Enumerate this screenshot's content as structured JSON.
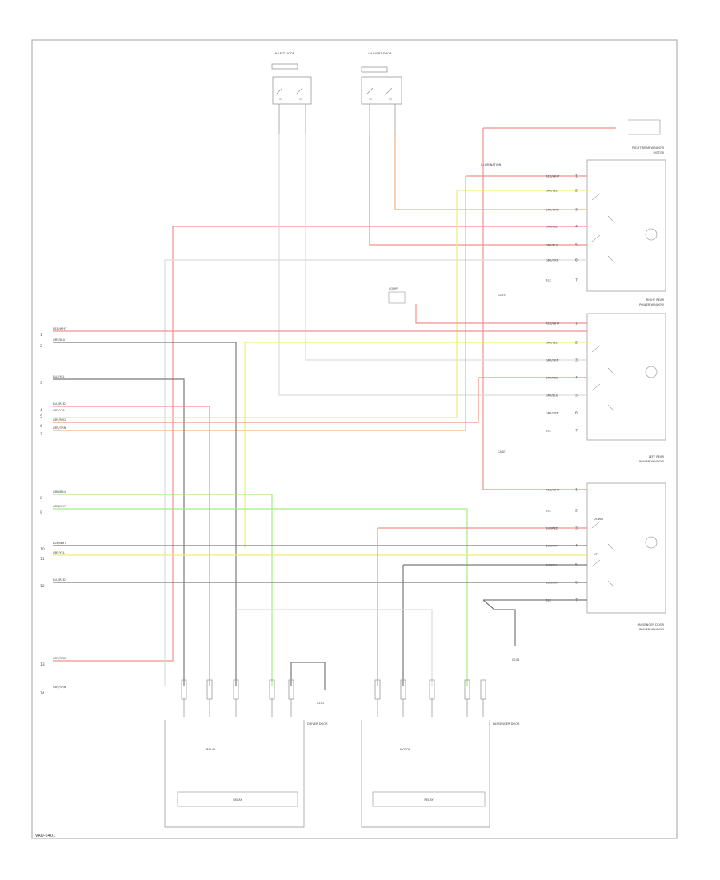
{
  "footer_code": "VRD-6401",
  "wire_colors": {
    "red": "#f2908a",
    "orange": "#f1b27c",
    "yellow": "#ecec79",
    "green": "#a4ec83",
    "gray": "#bdbdbd",
    "dark": "#7a7a7a",
    "lightgray": "#dcdcdc"
  },
  "labels": {
    "lf_switch": "LH LEFT DOOR",
    "rf_switch": "LH RIGHT DOOR",
    "right_motor_title": "RIGHT REAR WINDOW",
    "right_motor_sub": "MOTOR",
    "illumination": "ILLUMINATION",
    "comp": "COMP",
    "right_rear_title": "RIGHT REAR",
    "right_rear_sub": "POWER WINDOW",
    "left_rear_title": "LEFT REAR",
    "left_rear_sub": "POWER WINDOW",
    "note": "CASE",
    "ground_marker": "G125",
    "passenger_title": "PASSENGER DOOR",
    "passenger_sub": "POWER WINDOW",
    "ground2": "G101",
    "lower_left_title": "DRIVER DOOR",
    "lower_right_title": "PASSENGER DOOR",
    "splice": "S201",
    "switch_hi": "DOWN",
    "switch_lo": "UP",
    "relay": "RELAY",
    "motor": "MOTOR",
    "relay_box": "RELAY"
  },
  "left_wires": [
    {
      "label": "RED/WHT",
      "pin": "1"
    },
    {
      "label": "GRY/BLU",
      "pin": "2"
    },
    {
      "label": "BLU/YEL",
      "pin": "3"
    },
    {
      "label": "BLU/RED",
      "pin": "4"
    },
    {
      "label": "GRY/YEL",
      "pin": "5"
    },
    {
      "label": "GRY/RED",
      "pin": "6"
    },
    {
      "label": "GRY/ORN",
      "pin": "7"
    },
    {
      "label": "GRN/BLU",
      "pin": "8"
    },
    {
      "label": "GRN/WHT",
      "pin": "9"
    },
    {
      "label": "BLK/WHT",
      "pin": "10"
    },
    {
      "label": "GRY/YEL",
      "pin": "11"
    },
    {
      "label": "BLU/RED",
      "pin": "12"
    },
    {
      "label": "GRY/RED",
      "pin": "13"
    },
    {
      "label": "GRY/ORN",
      "pin": "14"
    }
  ],
  "right_group1_pins": [
    {
      "label": "RED/WHT",
      "pin": "1"
    },
    {
      "label": "GRY/YEL",
      "pin": "2"
    },
    {
      "label": "GRY/ORN",
      "pin": "3"
    },
    {
      "label": "GRY/RED",
      "pin": "4"
    },
    {
      "label": "GRY/BLU",
      "pin": "5"
    },
    {
      "label": "GRY/GRN",
      "pin": "6"
    },
    {
      "label": "BLK",
      "pin": "7"
    }
  ],
  "right_group2_pins": [
    {
      "label": "RED/WHT",
      "pin": "1"
    },
    {
      "label": "GRY/YEL",
      "pin": "2"
    },
    {
      "label": "GRY/ORN",
      "pin": "3"
    },
    {
      "label": "GRY/RED",
      "pin": "4"
    },
    {
      "label": "GRY/BLU",
      "pin": "5"
    },
    {
      "label": "GRY/GRN",
      "pin": "6"
    },
    {
      "label": "BLK",
      "pin": "7"
    }
  ],
  "right_group3_pins": [
    {
      "label": "RED/WHT",
      "pin": "1"
    },
    {
      "label": "BLK",
      "pin": "2"
    },
    {
      "label": "BLU/RED",
      "pin": "3"
    },
    {
      "label": "BLU/WHT",
      "pin": "4"
    },
    {
      "label": "BLU/YEL",
      "pin": "5"
    },
    {
      "label": "BLU/GRN",
      "pin": "6"
    },
    {
      "label": "BLK",
      "pin": "7"
    }
  ]
}
